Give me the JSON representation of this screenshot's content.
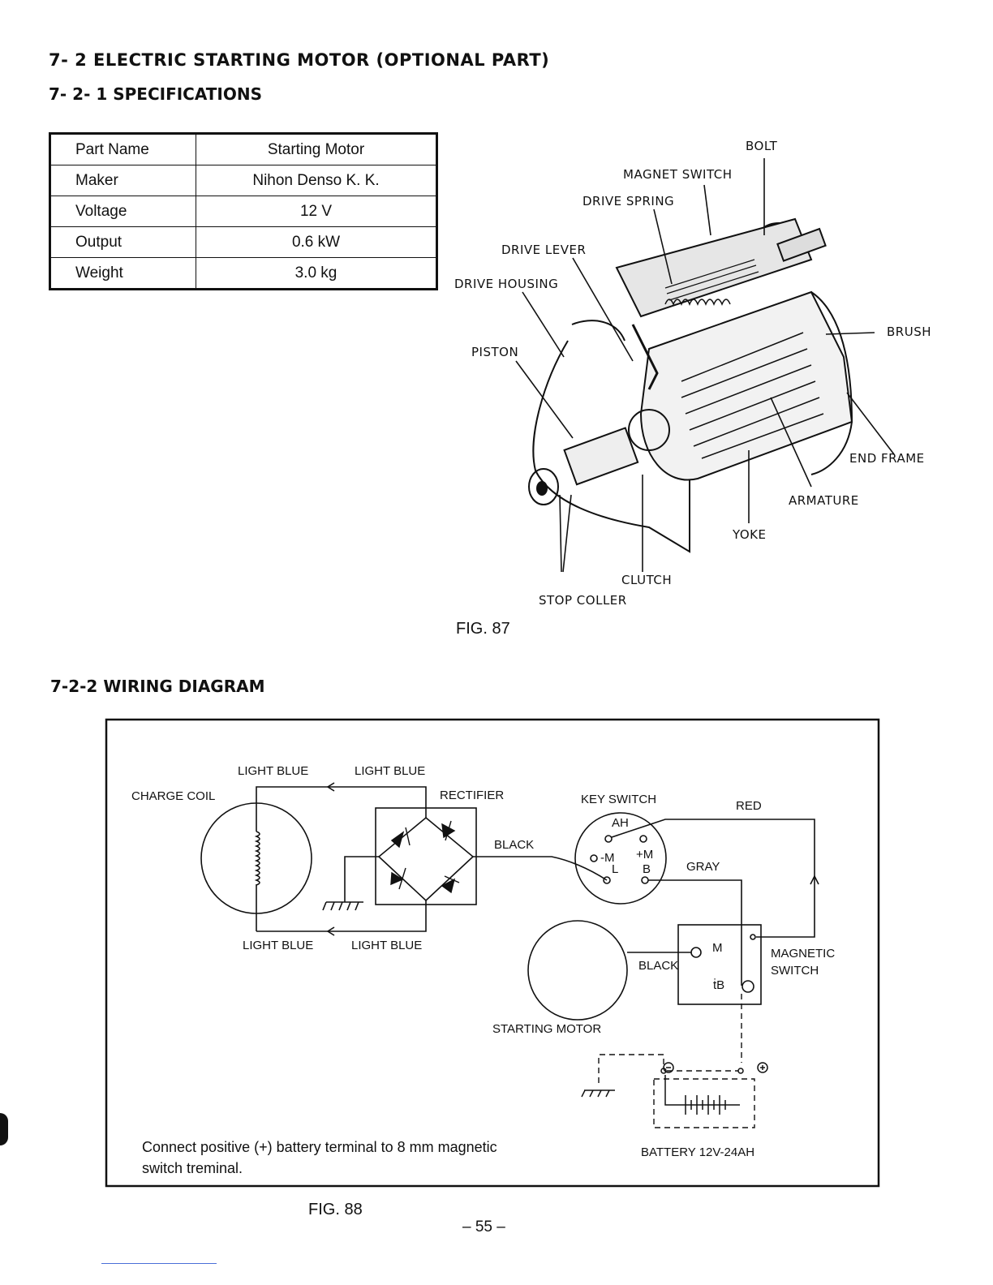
{
  "section_title": "7- 2 ELECTRIC STARTING MOTOR (OPTIONAL PART)",
  "spec_title": "7- 2- 1 SPECIFICATIONS",
  "spec_table": [
    {
      "key": "Part Name",
      "value": "Starting Motor"
    },
    {
      "key": "Maker",
      "value": "Nihon Denso K. K."
    },
    {
      "key": "Voltage",
      "value": "12 V"
    },
    {
      "key": "Output",
      "value": "0.6 kW"
    },
    {
      "key": "Weight",
      "value": "3.0 kg"
    }
  ],
  "fig87": {
    "caption": "FIG. 87",
    "labels": {
      "bolt": "BOLT",
      "magnet_switch": "MAGNET SWITCH",
      "drive_spring": "DRIVE SPRING",
      "drive_lever": "DRIVE LEVER",
      "drive_housing": "DRIVE HOUSING",
      "piston": "PISTON",
      "brush": "BRUSH",
      "end_frame": "END FRAME",
      "armature": "ARMATURE",
      "yoke": "YOKE",
      "clutch": "CLUTCH",
      "stop_coller": "STOP COLLER"
    }
  },
  "wiring_title": "7-2-2 WIRING DIAGRAM",
  "fig88": {
    "caption": "FIG. 88",
    "labels": {
      "light_blue_tl": "LIGHT BLUE",
      "light_blue_tr": "LIGHT BLUE",
      "charge_coil": "CHARGE COIL",
      "rectifier": "RECTIFIER",
      "black_rect": "BLACK",
      "key_switch": "KEY SWITCH",
      "red": "RED",
      "ah": "AH",
      "minus_m": "-M",
      "plus_m": "+M",
      "l": "L",
      "b": "B",
      "gray": "GRAY",
      "light_blue_bl": "LIGHT BLUE",
      "light_blue_br": "LIGHT BLUE",
      "m": "M",
      "magnetic_switch_1": "MAGNETIC",
      "magnetic_switch_2": "SWITCH",
      "black_motor": "BLACK",
      "tb": "ṫB",
      "starting_motor": "STARTING MOTOR",
      "battery": "BATTERY 12V-24AH"
    },
    "note_line1": "Connect positive (+) battery terminal to 8 mm magnetic",
    "note_line2": "switch treminal."
  },
  "page_number": "– 55 –"
}
